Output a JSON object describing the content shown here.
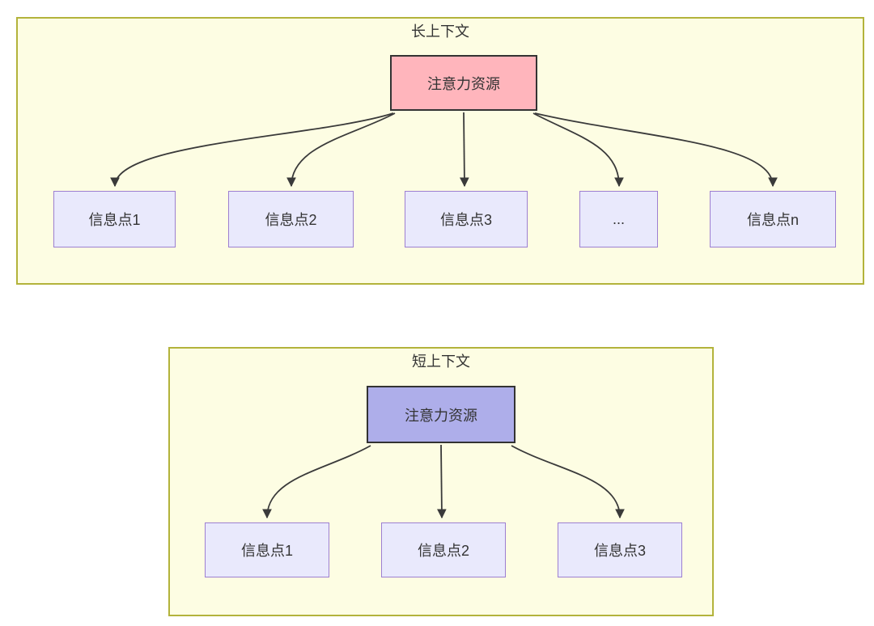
{
  "diagram": {
    "sections": [
      {
        "title": "长上下文",
        "attention": {
          "label": "注意力资源"
        },
        "nodes": [
          {
            "label": "信息点1"
          },
          {
            "label": "信息点2"
          },
          {
            "label": "信息点3"
          },
          {
            "label": "..."
          },
          {
            "label": "信息点n"
          }
        ]
      },
      {
        "title": "短上下文",
        "attention": {
          "label": "注意力资源"
        },
        "nodes": [
          {
            "label": "信息点1"
          },
          {
            "label": "信息点2"
          },
          {
            "label": "信息点3"
          }
        ]
      }
    ],
    "colors": {
      "container_fill": "#fdfde3",
      "container_border": "#b3b33b",
      "node_fill": "#e9e9fc",
      "node_border": "#9d7fd1",
      "attention_long_fill": "#ffb5bc",
      "attention_short_fill": "#aeaeea",
      "attention_border": "#333333",
      "arrow_color": "#3a3a3a",
      "text_color": "#333333"
    }
  }
}
